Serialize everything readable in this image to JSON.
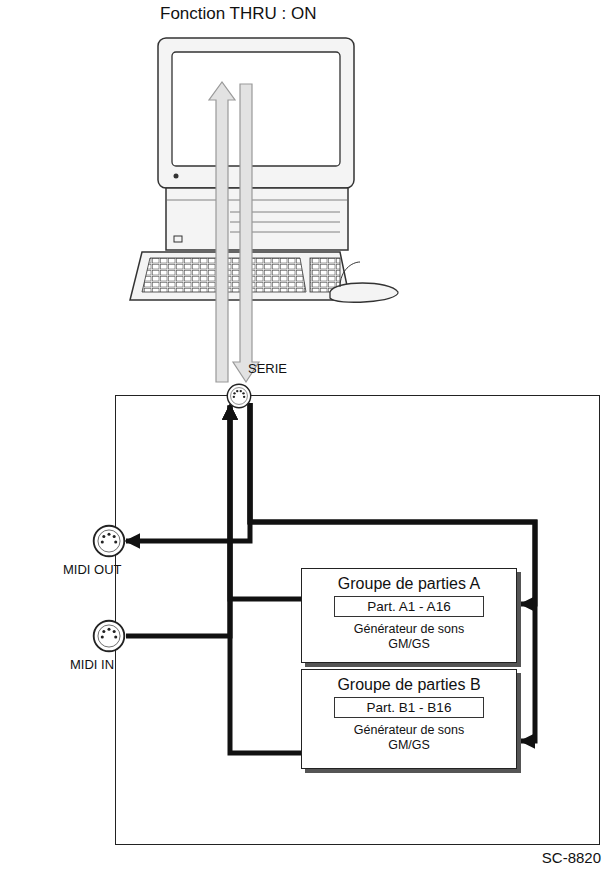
{
  "diagram": {
    "title": "Fonction THRU : ON",
    "nodes": [
      {
        "text": [
          "SC-8820"
        ]
      },
      {
        "text": [
          "SERIE"
        ],
        "in": 0
      },
      {
        "text": [
          "MIDI OUT"
        ],
        "in": 0
      },
      {
        "text": [
          "MIDI IN"
        ],
        "in": 0
      },
      {
        "text": [
          "Groupe de parties A",
          "Générateur de sons GM/GS"
        ],
        "in": 0
      },
      {
        "text": [
          "Part. A1 - A16"
        ],
        "in": 4
      },
      {
        "text": [
          "Groupe de parties B",
          "Générateur de sons GM/GS"
        ],
        "in": 0
      },
      {
        "text": [
          "Part. B1 - B16"
        ],
        "in": 6
      }
    ],
    "edges": [
      {
        "from": 3,
        "to": 1,
        "arrow": "to"
      },
      {
        "from": 4,
        "to": 1,
        "arrow": "to"
      },
      {
        "from": 6,
        "to": 1,
        "arrow": "to"
      },
      {
        "from": 1,
        "to": 2,
        "arrow": "to"
      },
      {
        "from": 1,
        "to": 4,
        "arrow": "to"
      },
      {
        "from": 1,
        "to": 6,
        "arrow": "to"
      }
    ]
  }
}
